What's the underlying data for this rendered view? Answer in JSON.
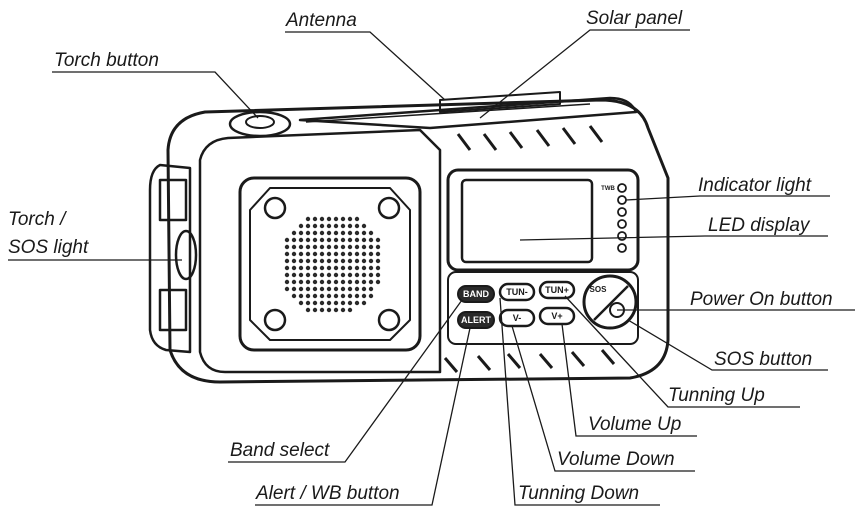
{
  "labels": {
    "antenna": "Antenna",
    "solar_panel": "Solar panel",
    "torch_button": "Torch button",
    "torch_sos_light_1": "Torch /",
    "torch_sos_light_2": "SOS light",
    "indicator_light": "Indicator light",
    "led_display": "LED display",
    "power_on_button": "Power On button",
    "sos_button": "SOS button",
    "tunning_up": "Tunning Up",
    "volume_up": "Volume Up",
    "volume_down": "Volume Down",
    "tunning_down": "Tunning Down",
    "band_select": "Band select",
    "alert_wb_button": "Alert / WB button"
  },
  "device": {
    "buttons": {
      "band": "BAND",
      "alert": "ALERT",
      "tun_minus": "TUN-",
      "tun_plus": "TUN+",
      "vol_minus": "V-",
      "vol_plus": "V+",
      "sos": "SOS"
    },
    "indicator_top": "TWB"
  },
  "colors": {
    "line": "#1a1a1a",
    "fill": "#ffffff",
    "dark": "#2a2a2a"
  }
}
